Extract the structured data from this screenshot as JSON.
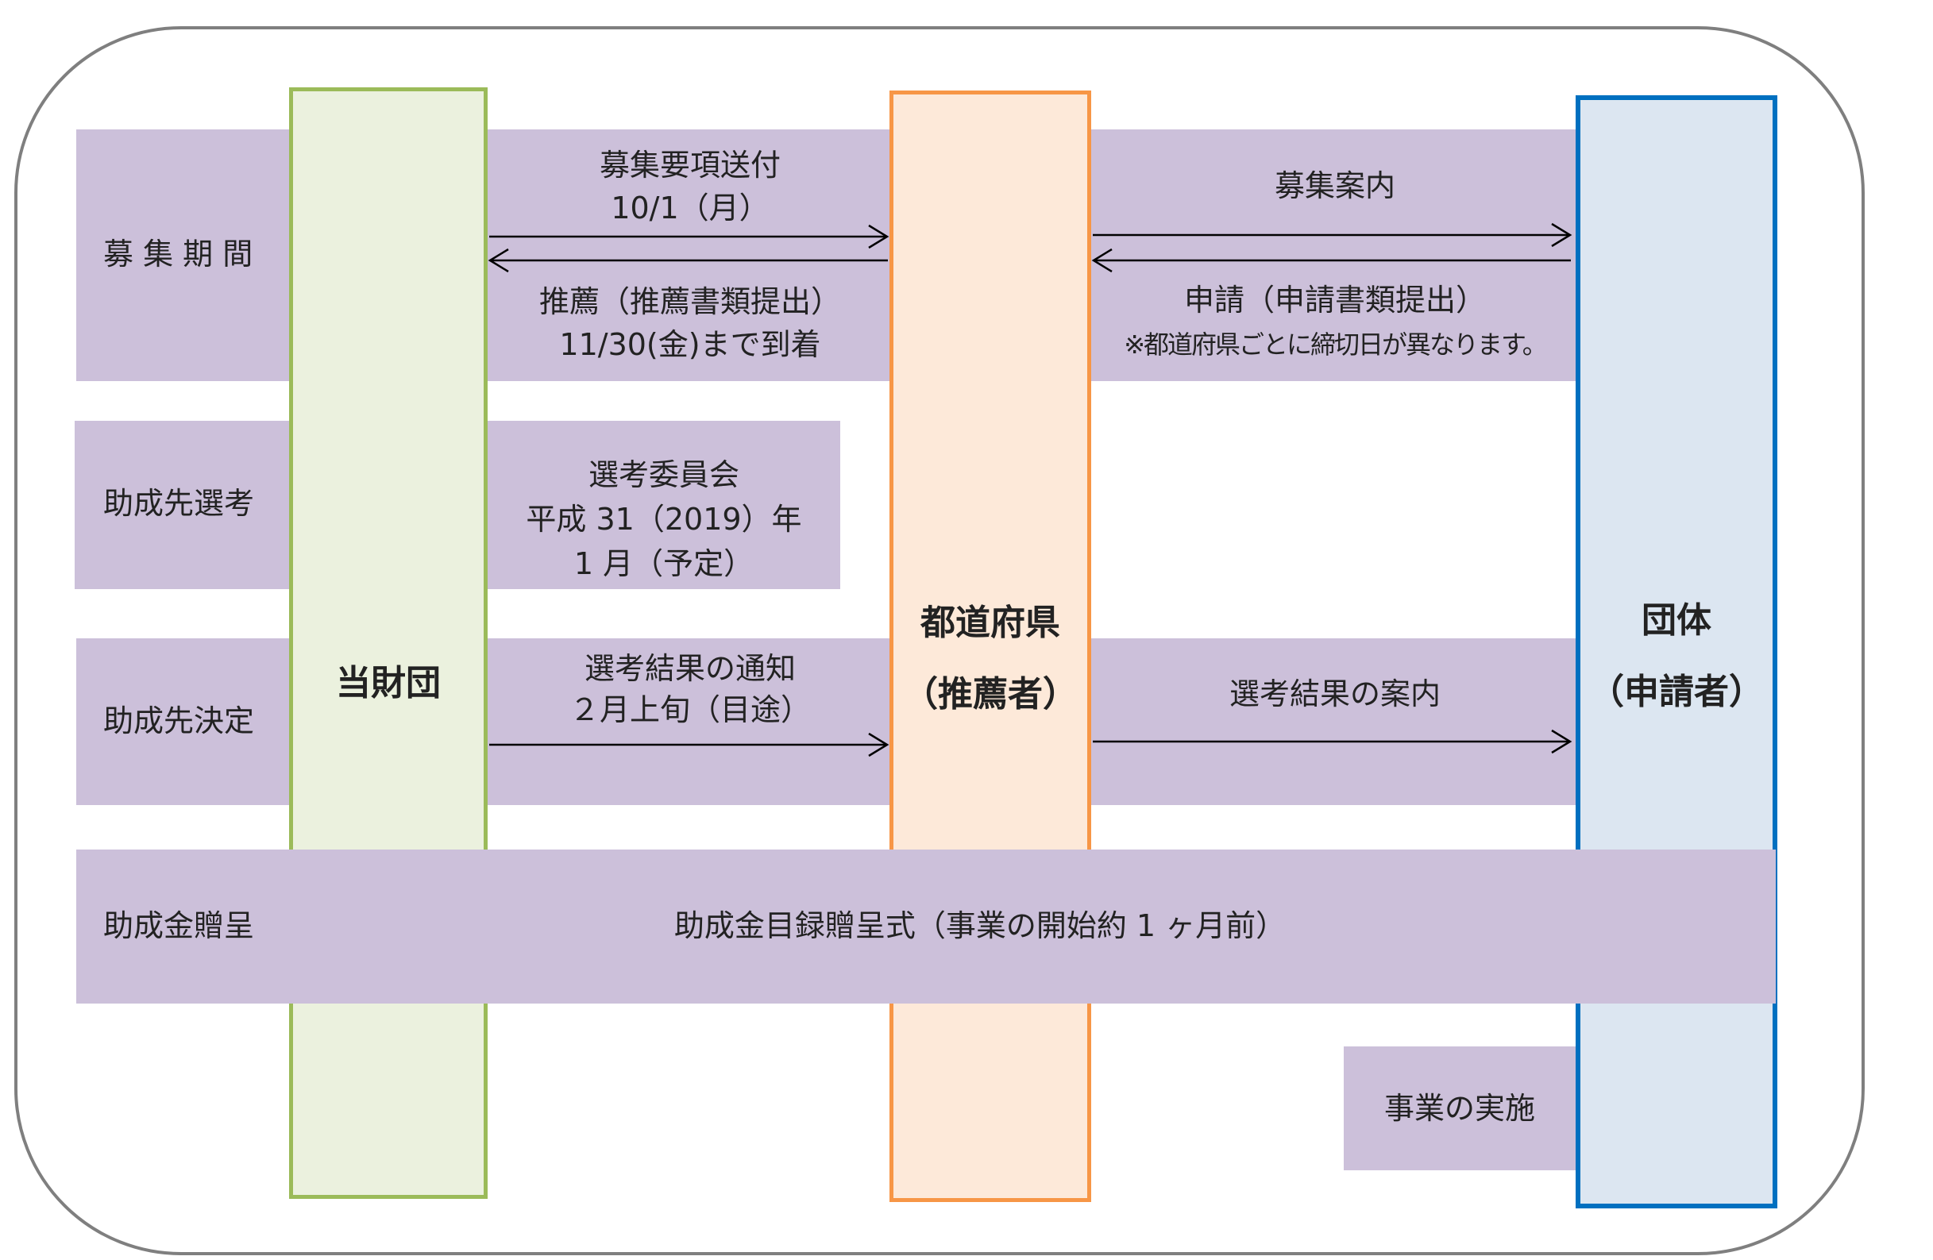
{
  "stages": {
    "recruit": "募 集 期 間",
    "selection": "助成先選考",
    "decision": "助成先決定",
    "award": "助成金贈呈"
  },
  "columns": {
    "foundation": "当財団",
    "prefecture_line1": "都道府県",
    "prefecture_line2": "（推薦者）",
    "group_line1": "団体",
    "group_line2": "（申請者）"
  },
  "messages": {
    "send_guide_l1": "募集要項送付",
    "send_guide_l2": "10/1（月）",
    "recommend_l1": "推薦（推薦書類提出）",
    "recommend_l2": "11/30(金)まで到着",
    "recruit_guide": "募集案内",
    "apply_l1": "申請（申請書類提出）",
    "apply_note": "※都道府県ごとに締切日が異なります。",
    "committee_l1": "選考委員会",
    "committee_l2": "平成 31（2019）年",
    "committee_l3": "1 月（予定）",
    "notify_l1": "選考結果の通知",
    "notify_l2": "２月上旬（目途）",
    "result_guide": "選考結果の案内",
    "ceremony": "助成金目録贈呈式（事業の開始約 1 ヶ月前）",
    "implementation": "事業の実施"
  },
  "colors": {
    "band": "#ccc0da",
    "foundation_fill": "#ebf1de",
    "foundation_border": "#9bbb59",
    "prefecture_fill": "#fde9d9",
    "prefecture_border": "#f79646",
    "group_fill": "#dce6f1",
    "group_border": "#0070c0",
    "frame": "#7f7f7f"
  }
}
